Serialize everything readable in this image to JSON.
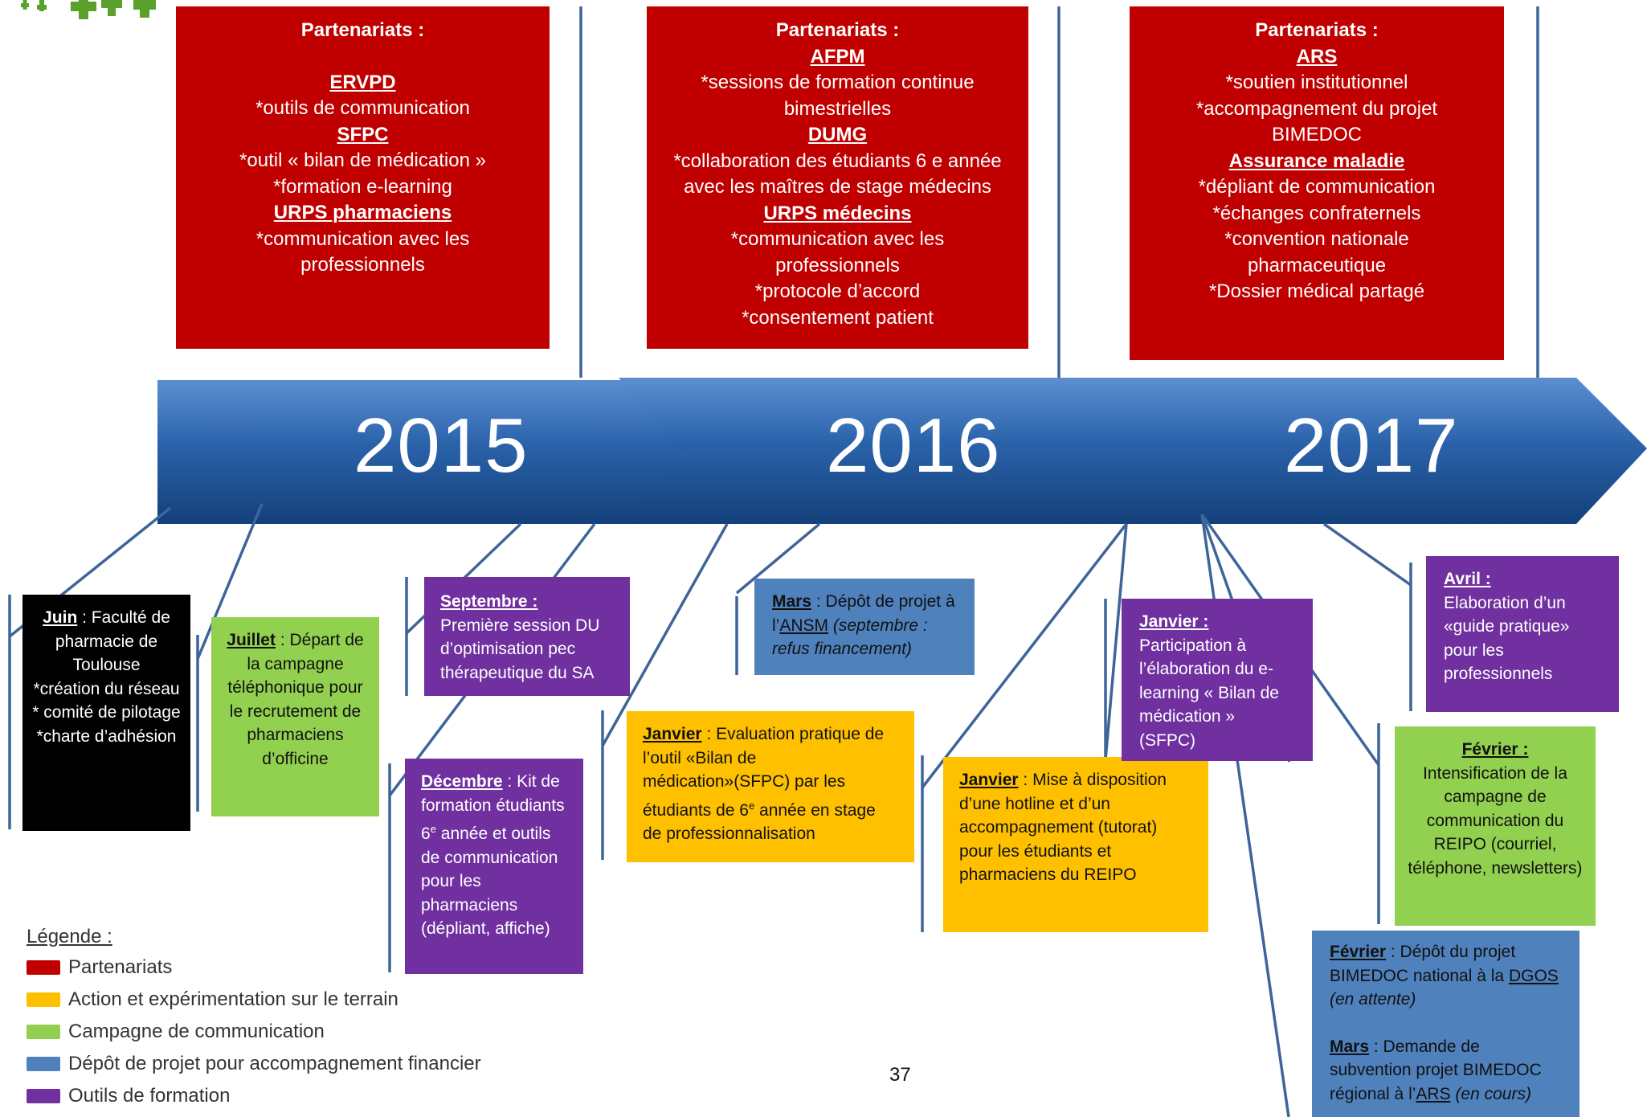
{
  "colors": {
    "partenariats": "#c00000",
    "action": "#ffc000",
    "campagne": "#92d050",
    "depot": "#4f81bd",
    "formation": "#7030a0",
    "arrow": "#1f4e8c"
  },
  "years": [
    "2015",
    "2016",
    "2017"
  ],
  "partners": [
    {
      "header": "Partenariats :",
      "groups": [
        {
          "org": "ERVPD",
          "items": [
            "*outils de communication"
          ]
        },
        {
          "org": "SFPC",
          "items": [
            "*outil « bilan de médication »",
            "*formation e-learning"
          ]
        },
        {
          "org": "URPS pharmaciens",
          "items": [
            "*communication avec les",
            "professionnels"
          ]
        }
      ]
    },
    {
      "header": "Partenariats :",
      "groups": [
        {
          "org": "AFPM",
          "items": [
            "*sessions de formation continue",
            "bimestrielles"
          ]
        },
        {
          "org": "DUMG",
          "items": [
            "*collaboration des étudiants 6 e année",
            "avec les maîtres de stage médecins"
          ]
        },
        {
          "org": "URPS médecins",
          "items": [
            "*communication avec les",
            "professionnels",
            "*protocole d’accord",
            "*consentement patient"
          ]
        }
      ]
    },
    {
      "header": "Partenariats :",
      "groups": [
        {
          "org": "ARS",
          "items": [
            "*soutien institutionnel",
            "*accompagnement du projet",
            "BIMEDOC"
          ]
        },
        {
          "org": "Assurance maladie",
          "items": [
            "*dépliant de communication",
            "*échanges confraternels",
            "*convention nationale",
            "pharmaceutique",
            "*Dossier médical partagé"
          ]
        }
      ]
    }
  ],
  "events": {
    "juin2015": {
      "month": "Juin",
      "rest": ": Faculté de pharmacie de Toulouse",
      "lines": [
        "*création du réseau",
        "* comité de pilotage",
        "*charte d’adhésion"
      ]
    },
    "juillet2015": {
      "month": "Juillet",
      "rest": ": Départ de la campagne téléphonique pour le recrutement de pharmaciens d’officine"
    },
    "septembre2015": {
      "month": "Septembre :",
      "rest": "Première session DU d’optimisation pec thérapeutique du SA"
    },
    "decembre2015": {
      "month": "Décembre",
      "rest": ": Kit de formation étudiants 6",
      "sup": "e",
      "rest2": "année et outils de communication pour les pharmaciens (dépliant, affiche)"
    },
    "janvier2016": {
      "month": "Janvier",
      "rest": ": Evaluation pratique de l’outil «Bilan de médication»(SFPC) par les étudiants de 6",
      "sup": "e",
      "rest2": "année en stage de professionnalisation"
    },
    "mars2016": {
      "month": "Mars",
      "rest": ": Dépôt de projet à l’",
      "org": "ANSM",
      "paren": "(septembre : refus financement)"
    },
    "janvier2017a": {
      "month": "Janvier",
      "rest": ": Mise à disposition d’une hotline et d’un accompagnement (tutorat) pour les étudiants et pharmaciens du REIPO"
    },
    "janvier2017b": {
      "month": "Janvier :",
      "rest": "Participation à l’élaboration du e-learning « Bilan de médication » (SFPC)"
    },
    "fevrier2017a": {
      "month": "Février :",
      "rest": "Intensification de la campagne de communication du REIPO (courriel, téléphone, newsletters)"
    },
    "avril2017": {
      "month": "Avril :",
      "rest": "Elaboration d’un «guide pratique» pour les professionnels"
    },
    "fevrier2017b": {
      "month1": "Février",
      "rest1": ": Dépôt du projet BIMEDOC national à la",
      "org1": "DGOS",
      "paren1": "(en attente)",
      "month2": "Mars",
      "rest2": ": Demande de subvention projet BIMEDOC régional à l’",
      "org2": "ARS",
      "paren2": "(en cours)"
    }
  },
  "legend": {
    "title": "Légende :",
    "items": [
      {
        "label": "Partenariats",
        "color": "#c00000"
      },
      {
        "label": "Action et expérimentation sur le terrain",
        "color": "#ffc000"
      },
      {
        "label": "Campagne de communication",
        "color": "#92d050"
      },
      {
        "label": "Dépôt de projet pour accompagnement financier",
        "color": "#4f81bd"
      },
      {
        "label": "Outils de formation",
        "color": "#7030a0"
      }
    ]
  },
  "page_number": "37"
}
